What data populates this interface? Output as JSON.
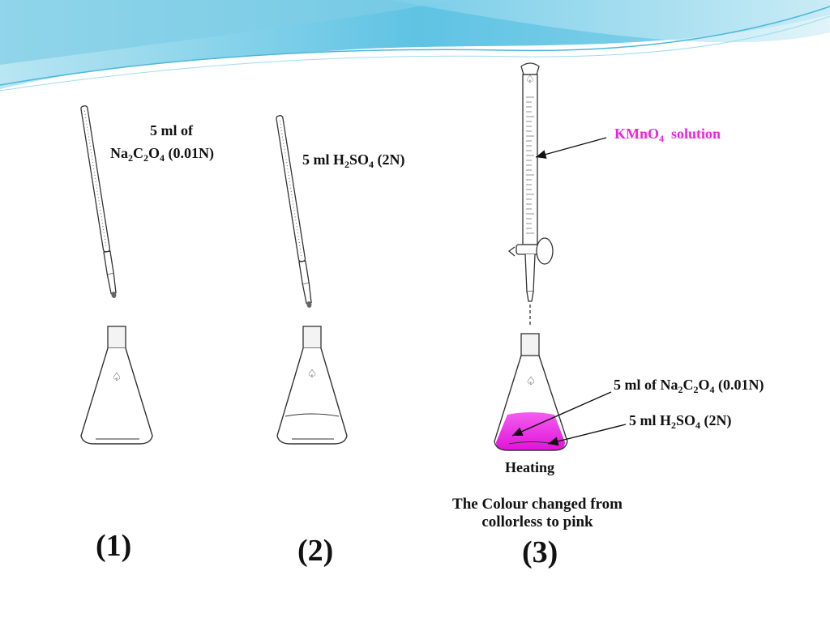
{
  "labels": {
    "p1_line1": "5 ml of",
    "p1_na": "Na",
    "p1_c": "C",
    "p1_o": "O",
    "p1_tail": "(0.01N)",
    "p2_head": "5 ml H",
    "p2_so": "SO",
    "p2_tail": "(2N)",
    "kmno": "KMnO",
    "kmno_tail": "solution",
    "f3_head": "5 ml of Na",
    "f3_c": "C",
    "f3_o": "O",
    "f3_tail": "(0.01N)",
    "f3b_head": "5 ml H",
    "f3b_so": "SO",
    "f3b_tail": "(2N)",
    "sub2": "2",
    "sub4": "4",
    "heating": "Heating",
    "result_line1": "The Colour changed from",
    "result_line2": "collorless to pink"
  },
  "numbers": {
    "n1": "(1)",
    "n2": "(2)",
    "n3": "(3)"
  },
  "colors": {
    "solution_pink": "#ee22dd",
    "banner": "#6ec9e6"
  }
}
